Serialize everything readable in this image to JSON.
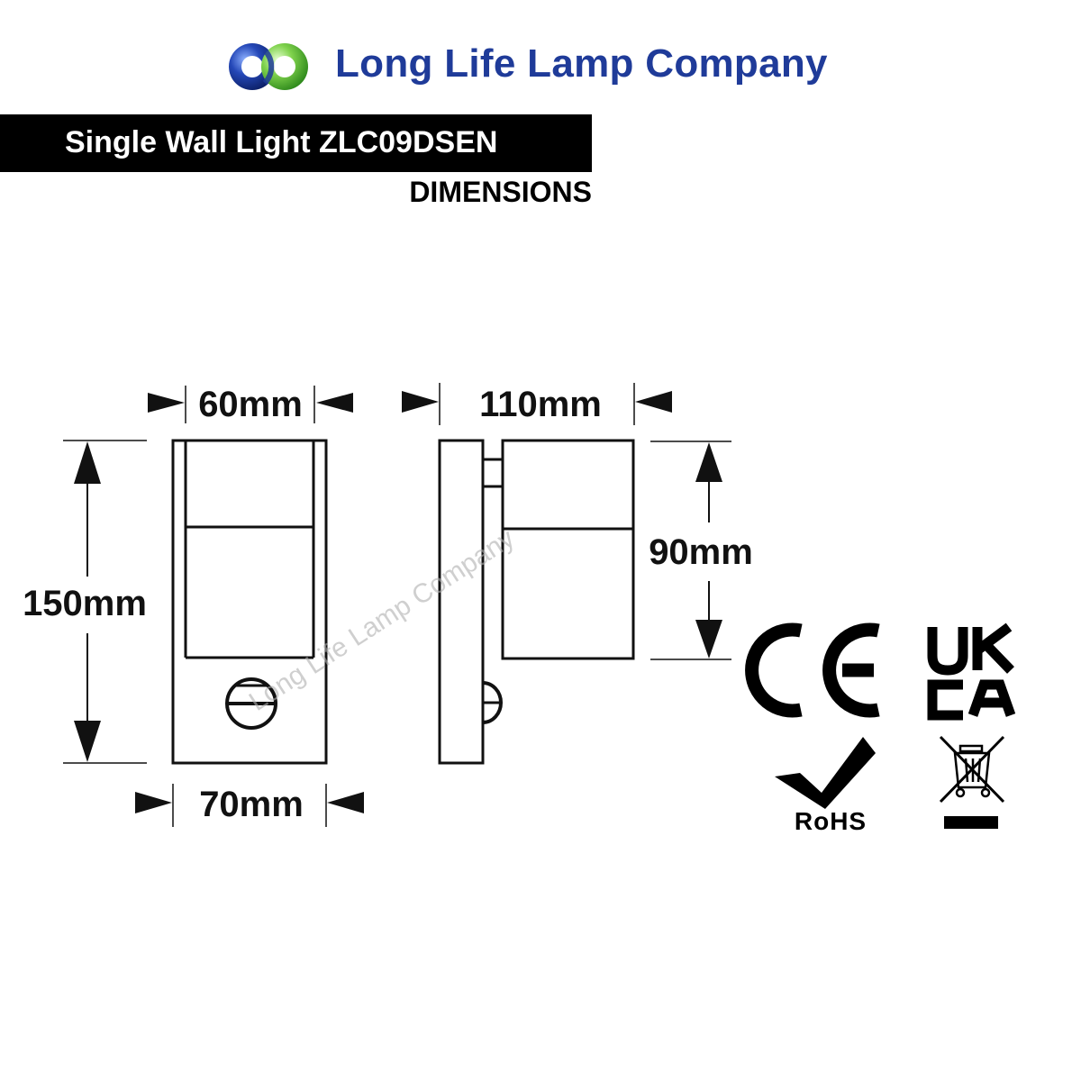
{
  "brand": {
    "name": "Long Life Lamp Company",
    "colors": {
      "blue": "#1f3b99",
      "green": "#6cc24a"
    },
    "logo_icon": "linked-rings-logo"
  },
  "header": {
    "title": "Single Wall Light ZLC09DSEN",
    "subtitle": "DIMENSIONS"
  },
  "dimensions": {
    "front_top_width": "60mm",
    "front_bottom_width": "70mm",
    "front_height": "150mm",
    "side_depth": "110mm",
    "side_head_height": "90mm"
  },
  "watermark": "Long Life Lamp Company",
  "certifications": {
    "ce": "CE",
    "ukca_top": "UK",
    "ukca_bottom": "CA",
    "rohs": "RoHS",
    "weee_icon": "crossed-bin-icon"
  }
}
